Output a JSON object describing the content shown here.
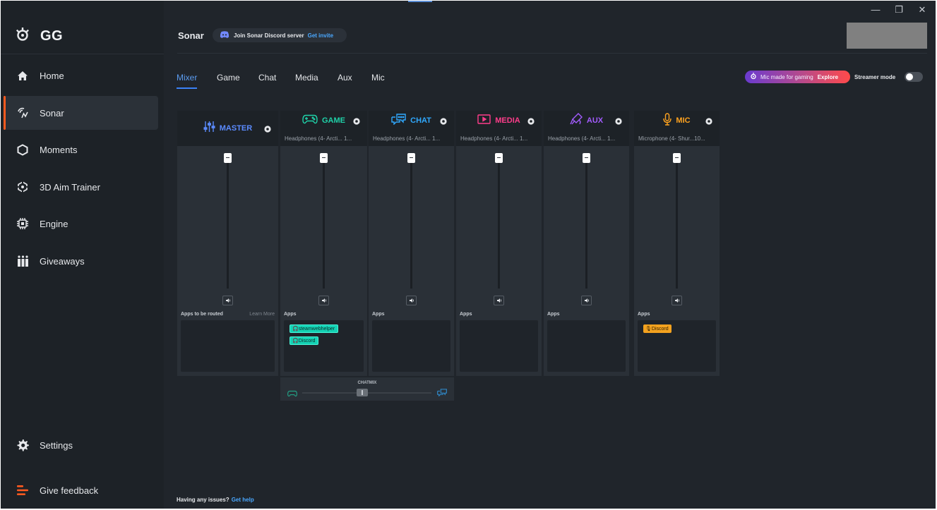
{
  "window": {
    "minimize": "—",
    "restore": "❐",
    "close": "✕"
  },
  "sidebar": {
    "logo": "GG",
    "items": [
      {
        "label": "Home",
        "icon": "home-icon"
      },
      {
        "label": "Sonar",
        "icon": "sonar-icon",
        "active": true
      },
      {
        "label": "Moments",
        "icon": "hexagon-icon"
      },
      {
        "label": "3D Aim Trainer",
        "icon": "crosshair-icon"
      },
      {
        "label": "Engine",
        "icon": "chip-icon"
      },
      {
        "label": "Giveaways",
        "icon": "gift-icon"
      }
    ],
    "settings": "Settings",
    "feedback": "Give feedback"
  },
  "header": {
    "title": "Sonar",
    "discord_text": "Join Sonar Discord server",
    "discord_link": "Get invite"
  },
  "tabs": [
    "Mixer",
    "Game",
    "Chat",
    "Media",
    "Aux",
    "Mic"
  ],
  "active_tab": "Mixer",
  "promo": {
    "text": "Mic made for gaming",
    "link": "Explore"
  },
  "streamer_mode": {
    "label": "Streamer mode",
    "enabled": false
  },
  "colors": {
    "master": "#5b8bff",
    "game": "#1fd1a8",
    "chat": "#30a9ff",
    "media": "#ff3d8b",
    "aux": "#a35cff",
    "mic": "#ffa31f",
    "accent": "#ff5a1f"
  },
  "channels": [
    {
      "id": "master",
      "name": "MASTER",
      "device": "",
      "apps_label": "Apps to be routed",
      "learn_more": "Learn More",
      "apps": []
    },
    {
      "id": "game",
      "name": "GAME",
      "device": "Headphones (4- Arcti... 1...",
      "apps_label": "Apps",
      "apps": [
        "steamwebhelper",
        "Discord"
      ]
    },
    {
      "id": "chat",
      "name": "CHAT",
      "device": "Headphones (4- Arcti... 1...",
      "apps_label": "Apps",
      "apps": []
    },
    {
      "id": "media",
      "name": "MEDIA",
      "device": "Headphones (4- Arcti... 1...",
      "apps_label": "Apps",
      "apps": []
    },
    {
      "id": "aux",
      "name": "AUX",
      "device": "Headphones (4- Arcti... 1...",
      "apps_label": "Apps",
      "apps": []
    },
    {
      "id": "mic",
      "name": "MIC",
      "device": "Microphone (4- Shur...10...",
      "apps_label": "Apps",
      "apps": [
        "Discord"
      ]
    }
  ],
  "chatmix": {
    "label": "CHATMIX",
    "value": 0.5
  },
  "footer": {
    "text": "Having any issues?",
    "link": "Get help"
  }
}
